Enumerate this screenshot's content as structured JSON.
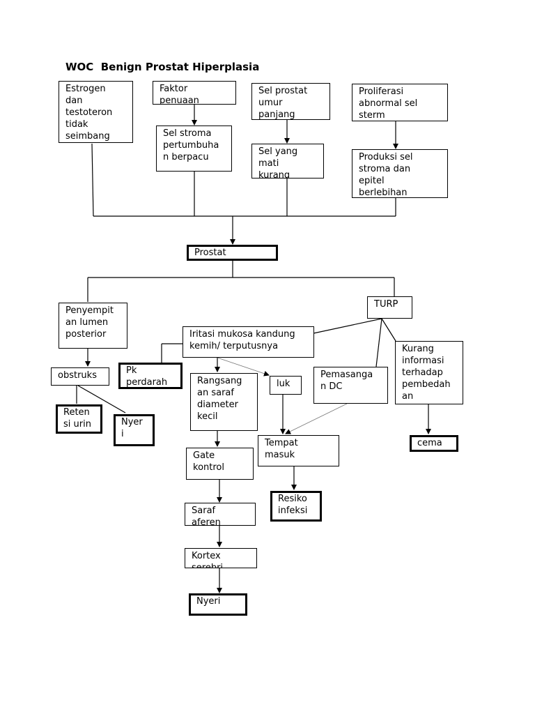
{
  "title": "WOC  Benign Prostat Hiperplasia",
  "nodes": {
    "estrogen": "Estrogen\ndan\ntestoteron\ntidak\nseimbang",
    "faktor": "Faktor\npenuaan",
    "sel_prostat": "Sel prostat\numur\npanjang",
    "proliferasi": "Proliferasi\nabnormal sel\nsterm",
    "sel_stroma": "Sel stroma\npertumbuha\nn berpacu",
    "sel_mati": "Sel yang\nmati\nkurang",
    "produksi": "Produksi sel\nstroma dan\nepitel\nberlebihan",
    "prostat": "Prostat",
    "penyempitan": "Penyempit\nan lumen\nposterior",
    "turp": "TURP",
    "iritasi": "Iritasi mukosa kandung\nkemih/ terputusnya",
    "obstruksi": "obstruks",
    "pk": "Pk\nperdarah",
    "rangsangan": "Rangsang\nan saraf\ndiameter\nkecil",
    "luka": "luk",
    "pemasangan": "Pemasanga\nn DC",
    "kurang_info": "Kurang\ninformasi\nterhadap\npembedah\nan",
    "retensi": "Reten\nsi urin",
    "nyeri_small": "Nyer\ni",
    "cemas": "cema",
    "tempat": "Tempat\nmasuk",
    "gate": "Gate\nkontrol",
    "resiko": "Resiko\ninfeksi",
    "saraf": "Saraf\naferen",
    "kortex": "Kortex\nserebri",
    "nyeri": "Nyeri"
  }
}
